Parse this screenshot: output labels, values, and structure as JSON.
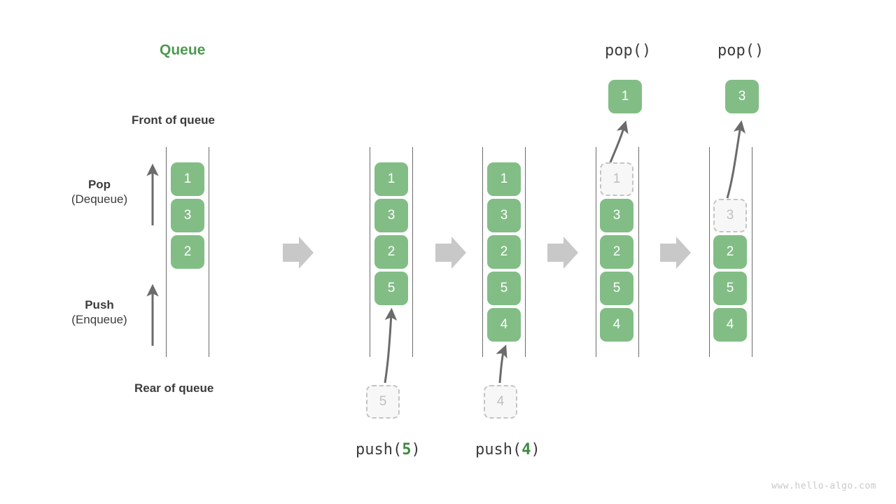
{
  "title": "Queue",
  "labels": {
    "front_of_queue": "Front of queue",
    "rear_of_queue": "Rear of queue",
    "pop_main": "Pop",
    "pop_sub": "(Dequeue)",
    "push_main": "Push",
    "push_sub": "(Enqueue)"
  },
  "colors": {
    "accent_green": "#4e9a51",
    "cell_green": "#82bd86",
    "cell_text": "#ffffff",
    "ghost_fill": "#f7f7f7",
    "ghost_border": "#c4c4c4",
    "ghost_text": "#c0c0c0",
    "rail": "#6b6b6b",
    "arrow_gray": "#c8c8c8",
    "thin_arrow": "#6b6b6b",
    "text": "#3c3c3c",
    "watermark": "#c9c9c9"
  },
  "stages": [
    {
      "name": "initial",
      "cells": [
        "1",
        "3",
        "2"
      ],
      "ghost_at_top": null,
      "pushed_ghost": null,
      "popped_cell": null,
      "caption": null,
      "caption_arg": null,
      "top_label": null
    },
    {
      "name": "push-5",
      "cells": [
        "1",
        "3",
        "2",
        "5"
      ],
      "ghost_at_top": null,
      "pushed_ghost": "5",
      "popped_cell": null,
      "caption": "push(",
      "caption_arg": "5",
      "caption_close": ")",
      "top_label": null
    },
    {
      "name": "push-4",
      "cells": [
        "1",
        "3",
        "2",
        "5",
        "4"
      ],
      "ghost_at_top": null,
      "pushed_ghost": "4",
      "popped_cell": null,
      "caption": "push(",
      "caption_arg": "4",
      "caption_close": ")",
      "top_label": null
    },
    {
      "name": "pop-1",
      "cells": [
        "3",
        "2",
        "5",
        "4"
      ],
      "ghost_at_top": "1",
      "pushed_ghost": null,
      "popped_cell": "1",
      "caption": null,
      "caption_arg": null,
      "top_label": "pop()"
    },
    {
      "name": "pop-3",
      "cells": [
        "2",
        "5",
        "4"
      ],
      "ghost_at_top": "3",
      "pushed_ghost": null,
      "popped_cell": "3",
      "caption": null,
      "caption_arg": null,
      "top_label": "pop()"
    }
  ],
  "watermark": "www.hello-algo.com"
}
